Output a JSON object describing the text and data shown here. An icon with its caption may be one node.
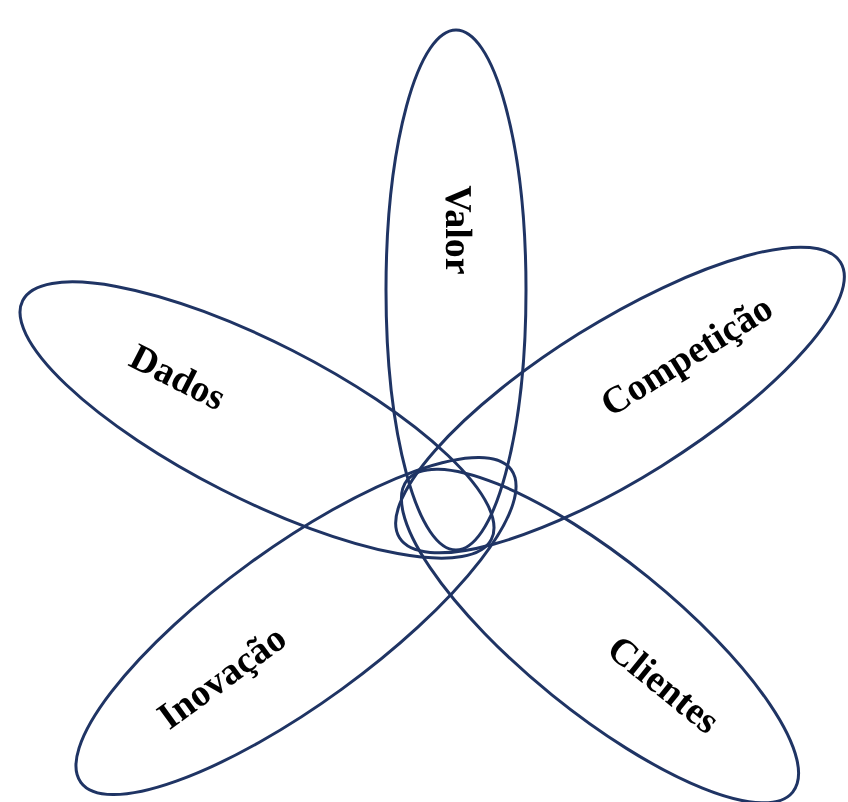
{
  "diagram": {
    "nodes": [
      {
        "text": [
          "Valor"
        ]
      },
      {
        "text": [
          "Dados"
        ]
      },
      {
        "text": [
          "Competição"
        ]
      },
      {
        "text": [
          "Inovação"
        ]
      },
      {
        "text": [
          "Clientes"
        ]
      }
    ]
  }
}
